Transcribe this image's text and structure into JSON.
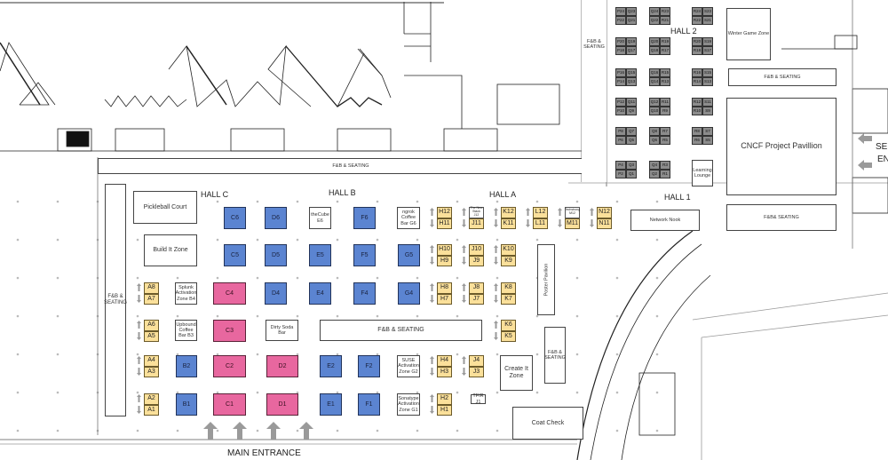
{
  "halls": {
    "hall_c": "HALL C",
    "hall_b": "HALL B",
    "hall_a": "HALL A",
    "hall_1": "HALL 1",
    "hall_2": "HALL 2"
  },
  "entrances": {
    "main": "MAIN ENTRANCE",
    "secondary_line1": "SE",
    "secondary_line2": "EN"
  },
  "colors": {
    "blue_booth": "#5b84d1",
    "pink_booth": "#e8679f",
    "yellow_booth": "#fbe09a",
    "gray_booth": "#8c8c8c",
    "arrow": "#9a9a9a"
  },
  "zones": {
    "fb_top": "F&B & SEATING",
    "fb_left": "F&B & SEATING",
    "fb_middle": "F&B & SEATING",
    "fb_right_small": "F&B & SEATING",
    "fb_hall2_left": "F&B & SEATING",
    "fb_hall1_top": "F&B & SEATING",
    "fb_hall1_bottom": "F&B& SEATING",
    "pickleball": "Pickleball Court",
    "build_it": "Build It Zone",
    "splunk": "Splunk Activation Zone B4",
    "upbound": "Upbound Coffee Bar B3",
    "dirty_soda": "Dirty Soda Bar",
    "thecube": "theCube E6",
    "ngrok": "ngrok Coffee Bar G6",
    "suse": "SUSE Activation Zone G2",
    "sonatype": "Sonatype Activation Zone G1",
    "tfir": "TFIR J1",
    "poster": "Poster Pavilion",
    "create_it": "Create It Zone",
    "coat_check": "Coat Check",
    "network_nook": "Network Nook",
    "winter_game": "Winter Game Zone",
    "cncf": "CNCF Project Pavillion",
    "learning": "Learning Lounge"
  },
  "booths": {
    "blue": [
      "C6",
      "D6",
      "F6",
      "C5",
      "D5",
      "E5",
      "F5",
      "G5",
      "D4",
      "E4",
      "F4",
      "G4",
      "B2",
      "E2",
      "F2",
      "B1",
      "E1",
      "F1"
    ],
    "pink": [
      "C4",
      "C3",
      "C2",
      "D2",
      "C1",
      "D1"
    ],
    "yellow_pairs": [
      [
        "A8",
        "A7"
      ],
      [
        "A6",
        "A5"
      ],
      [
        "A4",
        "A3"
      ],
      [
        "A2",
        "A1"
      ],
      [
        "H12",
        "H11"
      ],
      [
        "The New Stack J12",
        "J11"
      ],
      [
        "K12",
        "K11"
      ],
      [
        "L12",
        "L11"
      ],
      [
        "Techstrong M12",
        "M11"
      ],
      [
        "N12",
        "N11"
      ],
      [
        "H10",
        "H9"
      ],
      [
        "J10",
        "J9"
      ],
      [
        "K10",
        "K9"
      ],
      [
        "H8",
        "H7"
      ],
      [
        "J8",
        "J7"
      ],
      [
        "K8",
        "K7"
      ],
      [
        "K6",
        "K5"
      ],
      [
        "H4",
        "H3"
      ],
      [
        "J4",
        "J3"
      ],
      [
        "H2",
        "H1"
      ]
    ],
    "hall2_blocks": [
      [
        "P24",
        "Q23",
        "P22",
        "Q21"
      ],
      [
        "Q24",
        "R23",
        "Q22",
        "R21"
      ],
      [
        "R24",
        "S23",
        "R22",
        "S21"
      ],
      [
        "P20",
        "Q19",
        "P18",
        "Q17"
      ],
      [
        "Q20",
        "R19",
        "Q18",
        "R17"
      ],
      [
        "R20",
        "S19",
        "R18",
        "S17"
      ],
      [
        "P16",
        "Q15",
        "P14",
        "Q13"
      ],
      [
        "Q16",
        "R15",
        "Q14",
        "R13"
      ],
      [
        "R16",
        "S15",
        "R14",
        "S13"
      ],
      [
        "P12",
        "Q11",
        "P10",
        "Q9"
      ],
      [
        "Q12",
        "R11",
        "Q10",
        "R9"
      ],
      [
        "R12",
        "S11",
        "R10",
        "S9"
      ],
      [
        "P8",
        "Q7",
        "P6",
        "Q5"
      ],
      [
        "Q8",
        "R7",
        "Q6",
        "R5"
      ],
      [
        "R8",
        "S7",
        "R6",
        "S5"
      ],
      [
        "P4",
        "Q3",
        "P2",
        "Q1"
      ],
      [
        "Q4",
        "R3",
        "Q2",
        "R1"
      ]
    ]
  }
}
